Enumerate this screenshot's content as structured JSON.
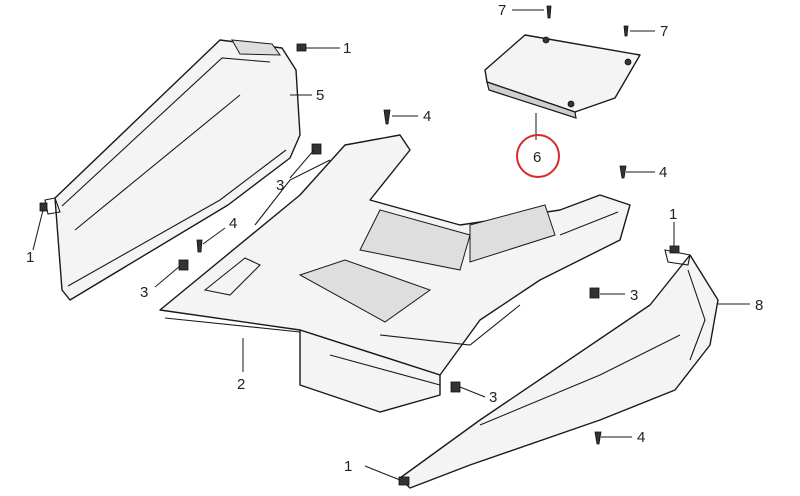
{
  "callouts": [
    {
      "id": "c-1-top",
      "label": "1"
    },
    {
      "id": "c-5",
      "label": "5"
    },
    {
      "id": "c-7-left",
      "label": "7"
    },
    {
      "id": "c-7-right",
      "label": "7"
    },
    {
      "id": "c-4-top",
      "label": "4"
    },
    {
      "id": "c-6",
      "label": "6"
    },
    {
      "id": "c-3-left",
      "label": "3"
    },
    {
      "id": "c-4-right",
      "label": "4"
    },
    {
      "id": "c-1-left",
      "label": "1"
    },
    {
      "id": "c-4-mid",
      "label": "4"
    },
    {
      "id": "c-1-right",
      "label": "1"
    },
    {
      "id": "c-3-lower",
      "label": "3"
    },
    {
      "id": "c-3-right",
      "label": "3"
    },
    {
      "id": "c-8",
      "label": "8"
    },
    {
      "id": "c-2",
      "label": "2"
    },
    {
      "id": "c-3-bottom",
      "label": "3"
    },
    {
      "id": "c-4-bottom",
      "label": "4"
    },
    {
      "id": "c-1-bottom",
      "label": "1"
    }
  ],
  "highlight": {
    "callout": "c-6",
    "color": "#d42a2a"
  },
  "colors": {
    "line": "#1a1a1a",
    "background": "#ffffff"
  }
}
